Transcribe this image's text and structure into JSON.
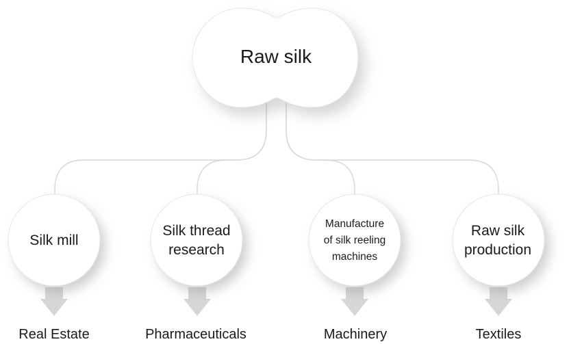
{
  "diagram": {
    "root": {
      "label": "Raw silk"
    },
    "children": [
      {
        "id": "silk-mill",
        "label_lines": [
          "Silk mill"
        ],
        "category": "Real Estate"
      },
      {
        "id": "silk-thread-research",
        "label_lines": [
          "Silk thread",
          "research"
        ],
        "category": "Pharmaceuticals"
      },
      {
        "id": "silk-reeling-machines",
        "label_lines": [
          "Manufacture",
          "of silk reeling",
          "machines"
        ],
        "category": "Machinery"
      },
      {
        "id": "raw-silk-production",
        "label_lines": [
          "Raw silk",
          "production"
        ],
        "category": "Textiles"
      }
    ]
  },
  "colors": {
    "node_fill": "#ffffff",
    "shadow": "#c8c8c8",
    "connector": "#d7d7d7",
    "arrow": "#d6d6d6",
    "text": "#1a1a1a"
  }
}
